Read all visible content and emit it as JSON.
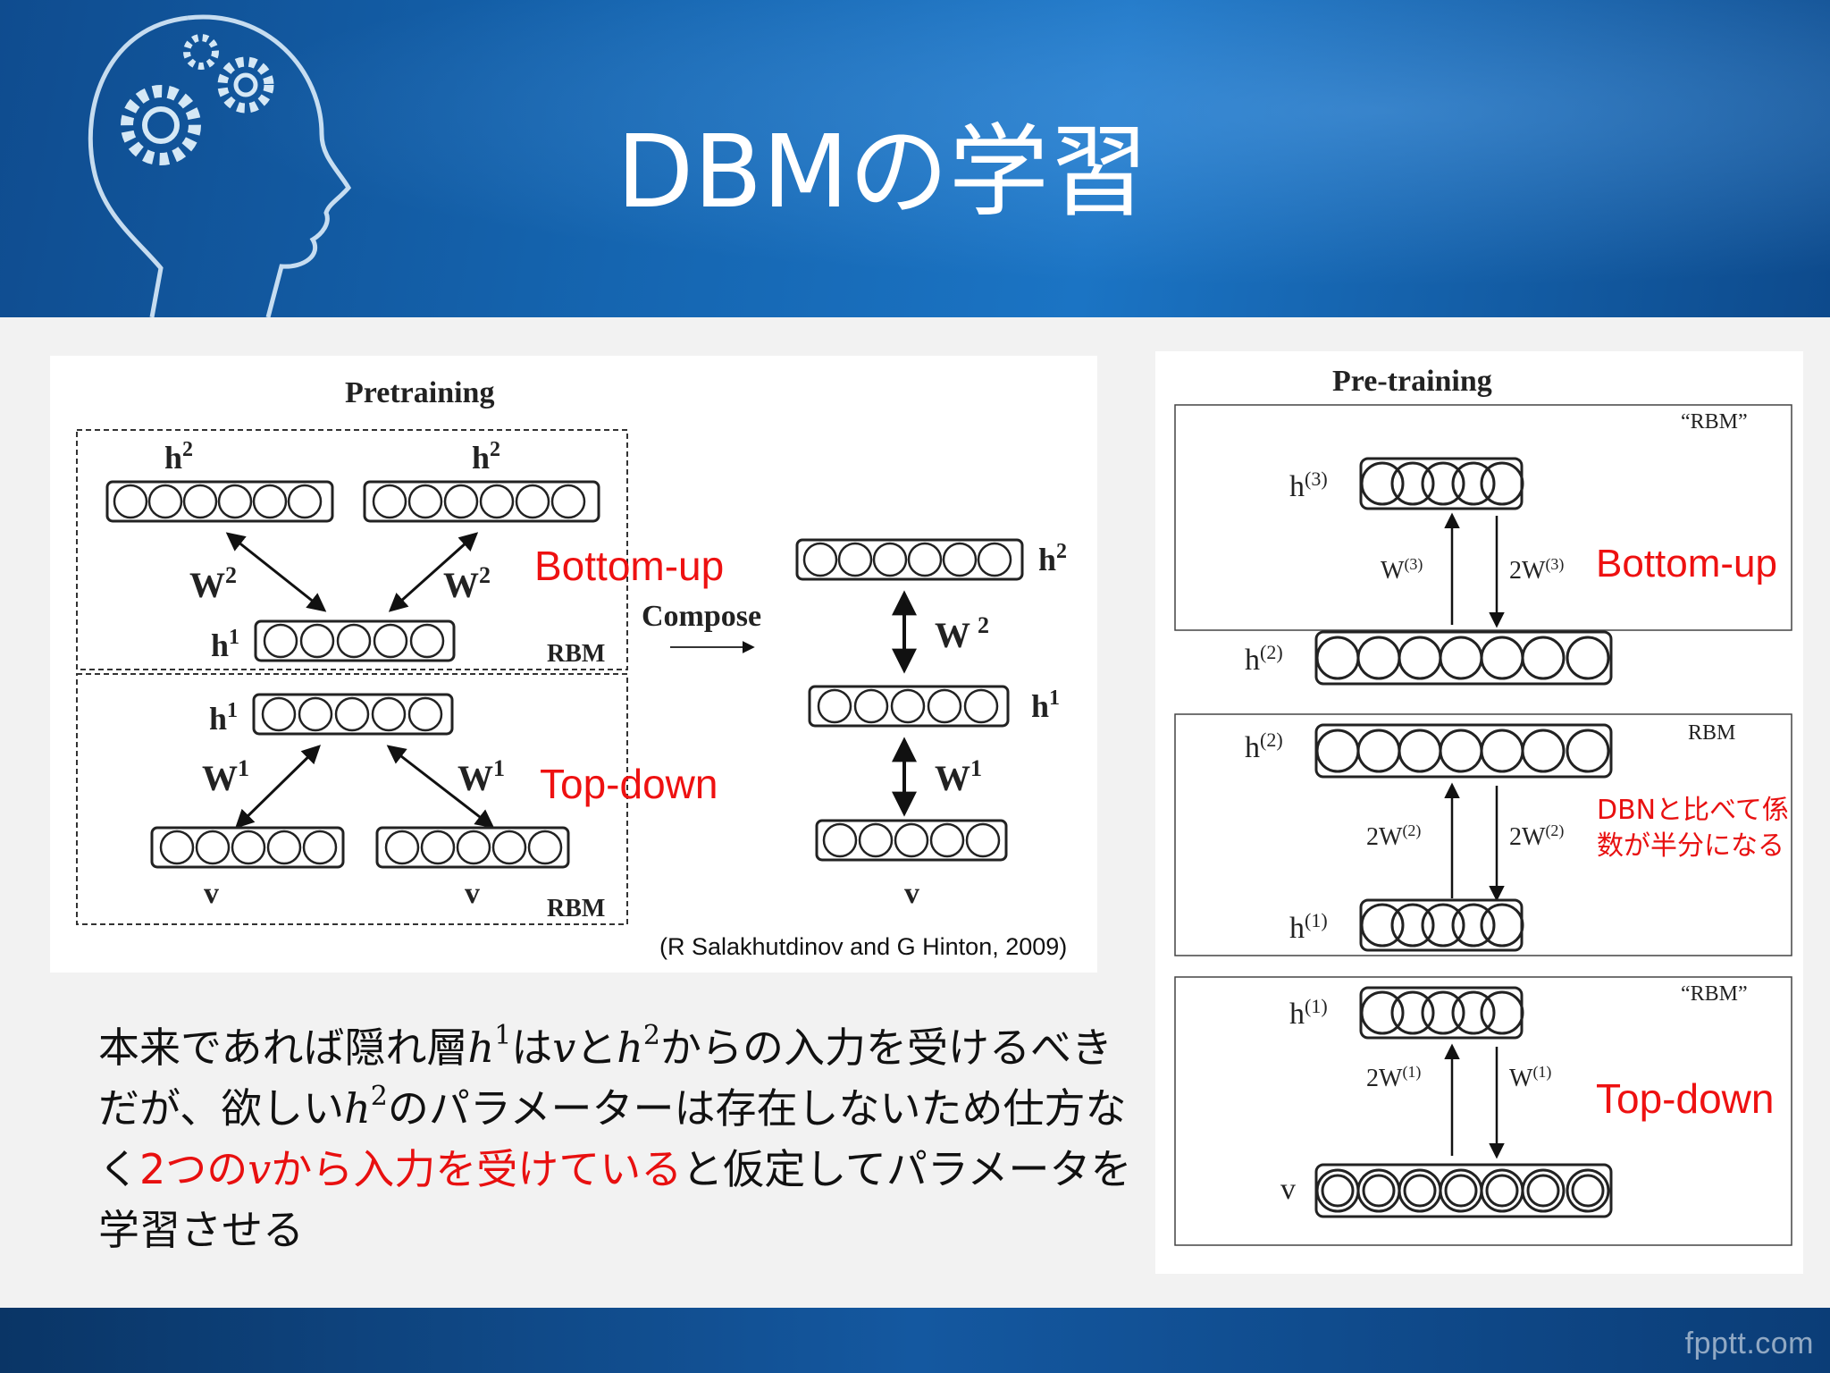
{
  "slide": {
    "title": "DBMの学習",
    "footer_logo": "fpptt.com"
  },
  "left_figure": {
    "title": "Pretraining",
    "rbm_tag_top": "RBM",
    "rbm_tag_bottom": "RBM",
    "compose_label": "Compose",
    "labels": {
      "h2": "h",
      "h1": "h",
      "v": "v",
      "W": "W",
      "sup1": "1",
      "sup2": "2"
    }
  },
  "right_figure": {
    "title": "Pre-training",
    "tag_rbm_quoted": "“RBM”",
    "tag_rbm": "RBM",
    "labels": {
      "h": "h",
      "v": "v",
      "W": "W",
      "twoW": "2W",
      "sup1": "(1)",
      "sup2": "(2)",
      "sup3": "(3)"
    }
  },
  "annotations": {
    "bottom_up_left": "Bottom-up",
    "top_down_left": "Top-down",
    "bottom_up_right": "Bottom-up",
    "top_down_right": "Top-down",
    "dbn_note": "DBNと比べて係数が半分になる"
  },
  "citation": "(R Salakhutdinov and G Hinton, 2009)",
  "body_text": {
    "part1": "本来であれば隠れ層",
    "math_h": "h",
    "sup1": "1",
    "part2": "は",
    "math_v": "v",
    "part3": "と",
    "sup2": "2",
    "part4": "からの入力を受けるべきだが、欲しい",
    "part5": "のパラメーターは存在しないため仕方なく",
    "red_part_a": "2つの",
    "red_part_b": "から入力を受けている",
    "part6": "と仮定してパラメータを学習させる"
  },
  "colors": {
    "header_blue": "#1565b0",
    "accent_red": "#ee1111",
    "content_bg": "#f2f2f2"
  }
}
